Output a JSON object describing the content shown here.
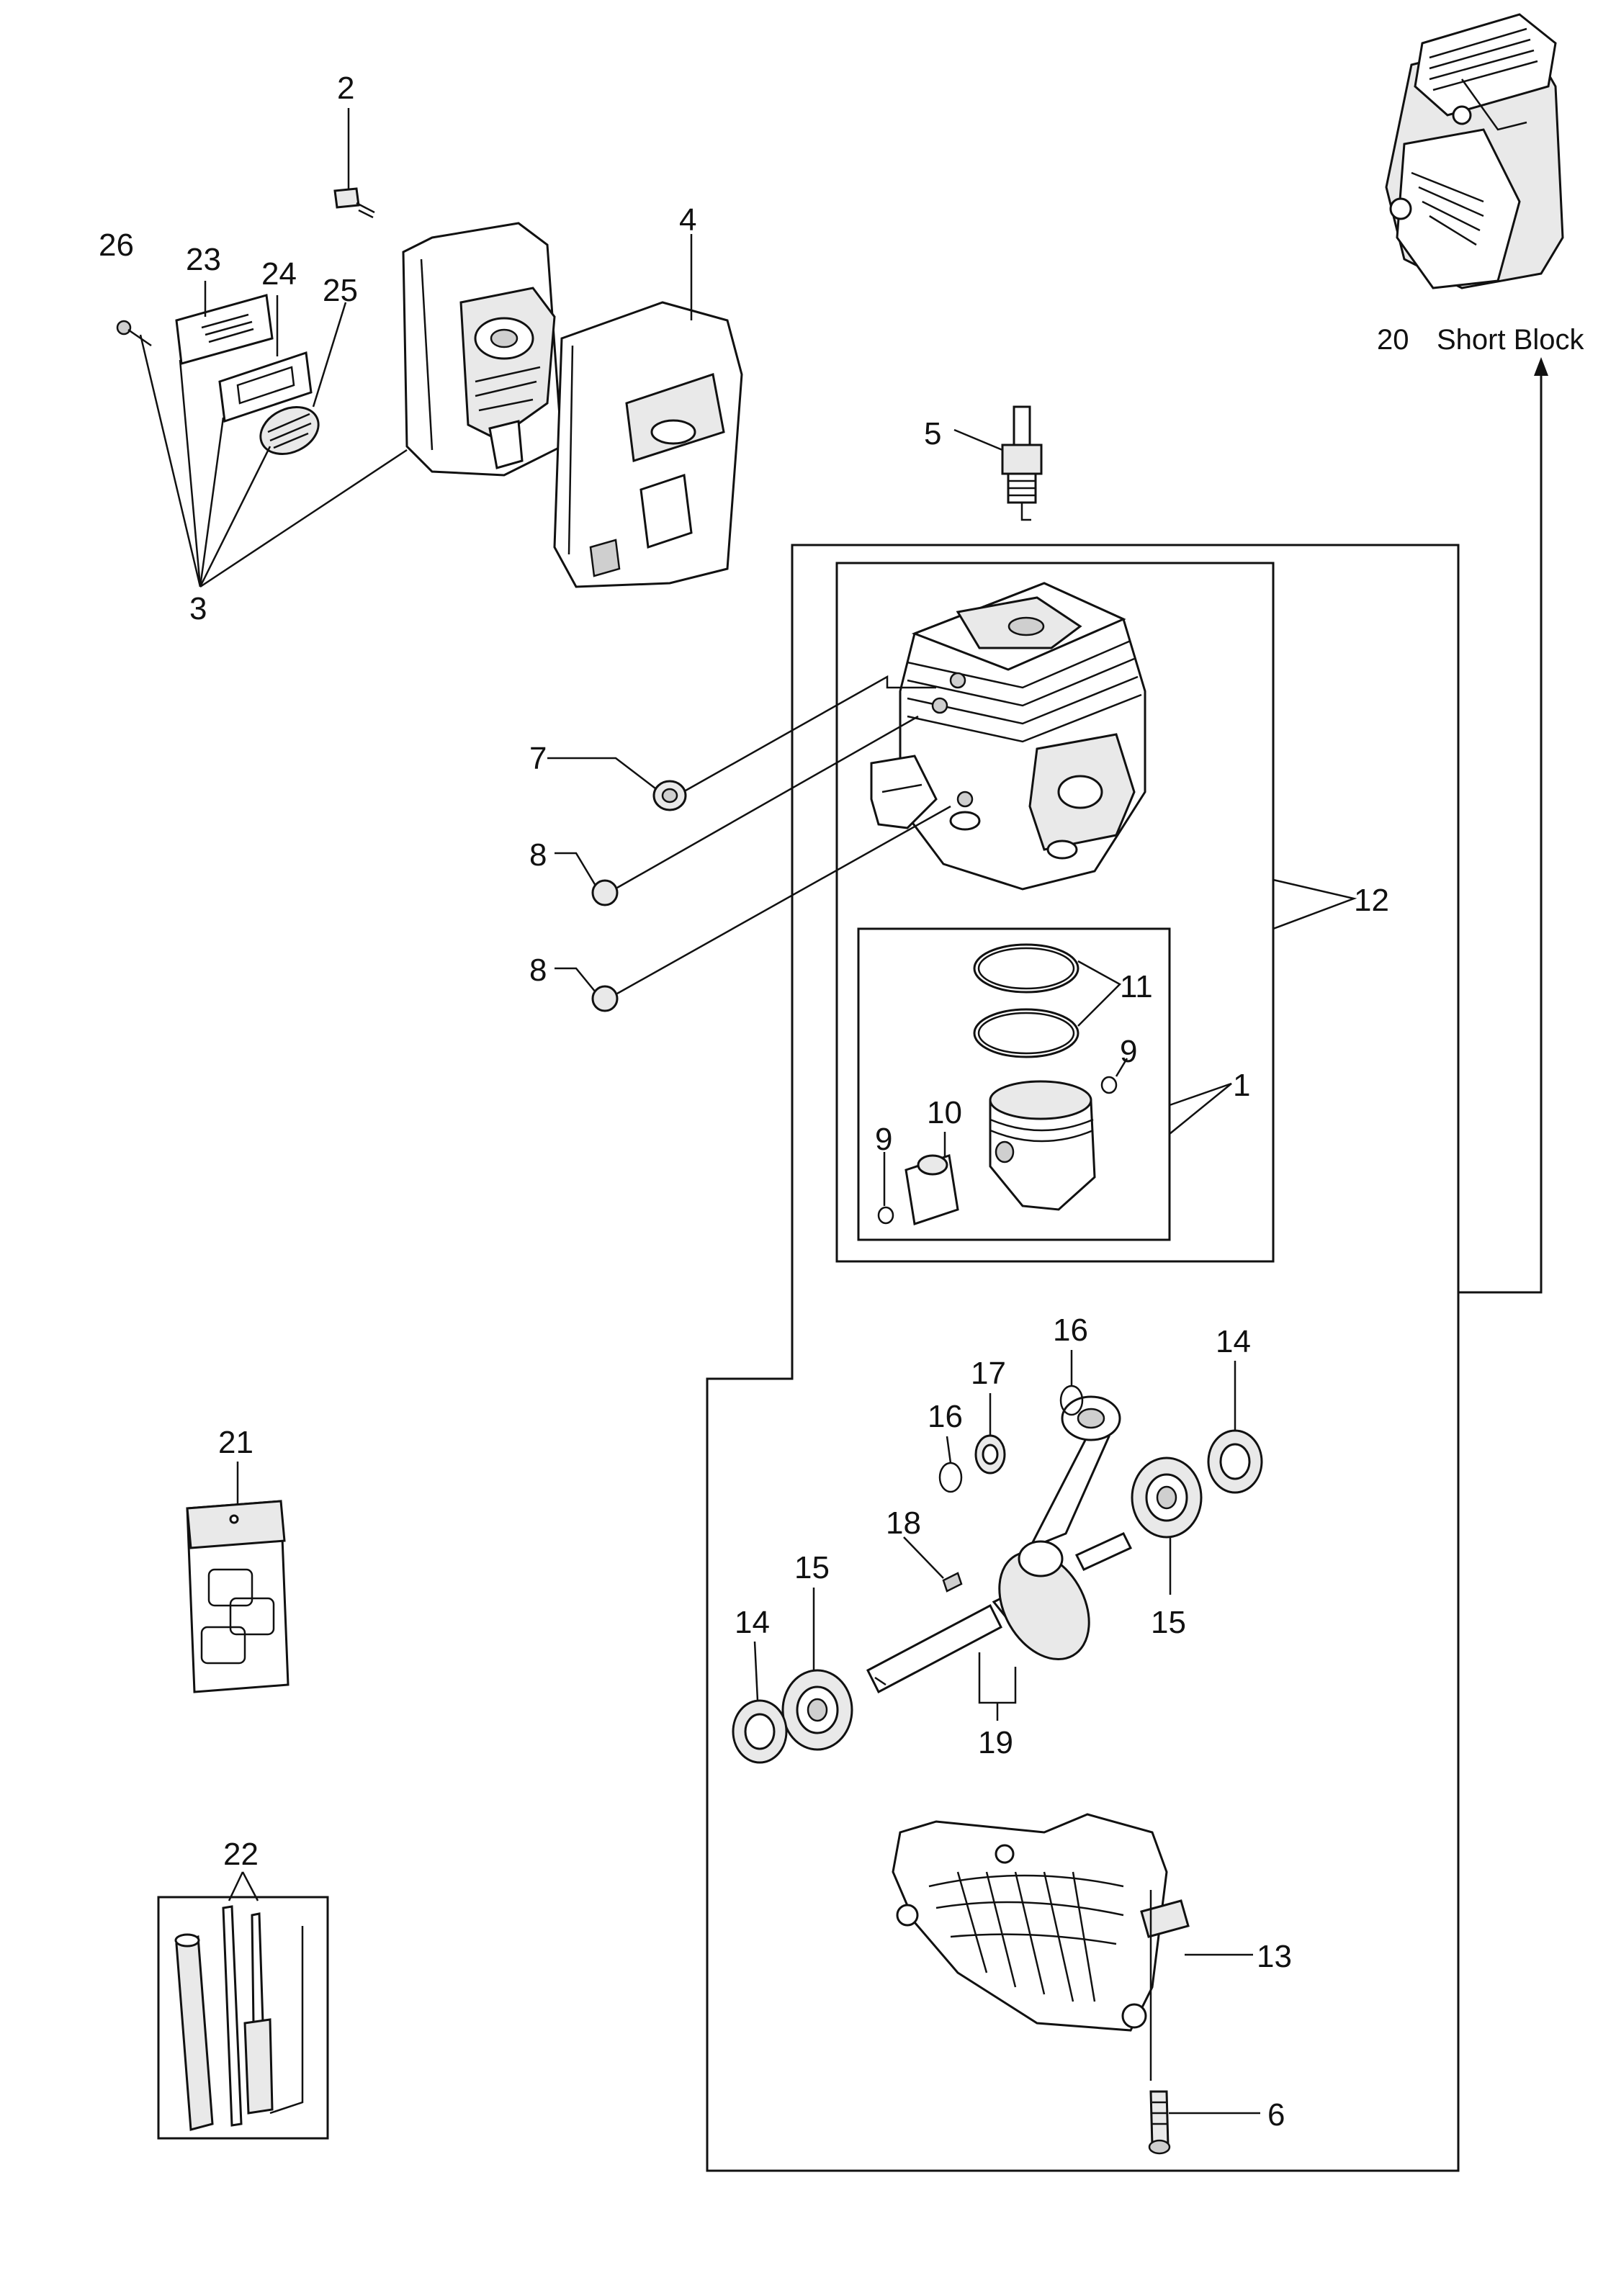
{
  "caption": {
    "number": "20",
    "text": "Short Block"
  },
  "callouts": [
    {
      "id": "c2",
      "text": "2"
    },
    {
      "id": "c26",
      "text": "26"
    },
    {
      "id": "c23",
      "text": "23"
    },
    {
      "id": "c24",
      "text": "24"
    },
    {
      "id": "c25",
      "text": "25"
    },
    {
      "id": "c4",
      "text": "4"
    },
    {
      "id": "c3",
      "text": "3"
    },
    {
      "id": "c5",
      "text": "5"
    },
    {
      "id": "c7",
      "text": "7"
    },
    {
      "id": "c8a",
      "text": "8"
    },
    {
      "id": "c8b",
      "text": "8"
    },
    {
      "id": "c12",
      "text": "12"
    },
    {
      "id": "c11",
      "text": "11"
    },
    {
      "id": "c9a",
      "text": "9"
    },
    {
      "id": "c1",
      "text": "1"
    },
    {
      "id": "c10",
      "text": "10"
    },
    {
      "id": "c9b",
      "text": "9"
    },
    {
      "id": "c16a",
      "text": "16"
    },
    {
      "id": "c14a",
      "text": "14"
    },
    {
      "id": "c17",
      "text": "17"
    },
    {
      "id": "c16b",
      "text": "16"
    },
    {
      "id": "c21",
      "text": "21"
    },
    {
      "id": "c18",
      "text": "18"
    },
    {
      "id": "c15a",
      "text": "15"
    },
    {
      "id": "c14b",
      "text": "14"
    },
    {
      "id": "c15b",
      "text": "15"
    },
    {
      "id": "c19",
      "text": "19"
    },
    {
      "id": "c22",
      "text": "22"
    },
    {
      "id": "c13",
      "text": "13"
    },
    {
      "id": "c6",
      "text": "6"
    }
  ]
}
